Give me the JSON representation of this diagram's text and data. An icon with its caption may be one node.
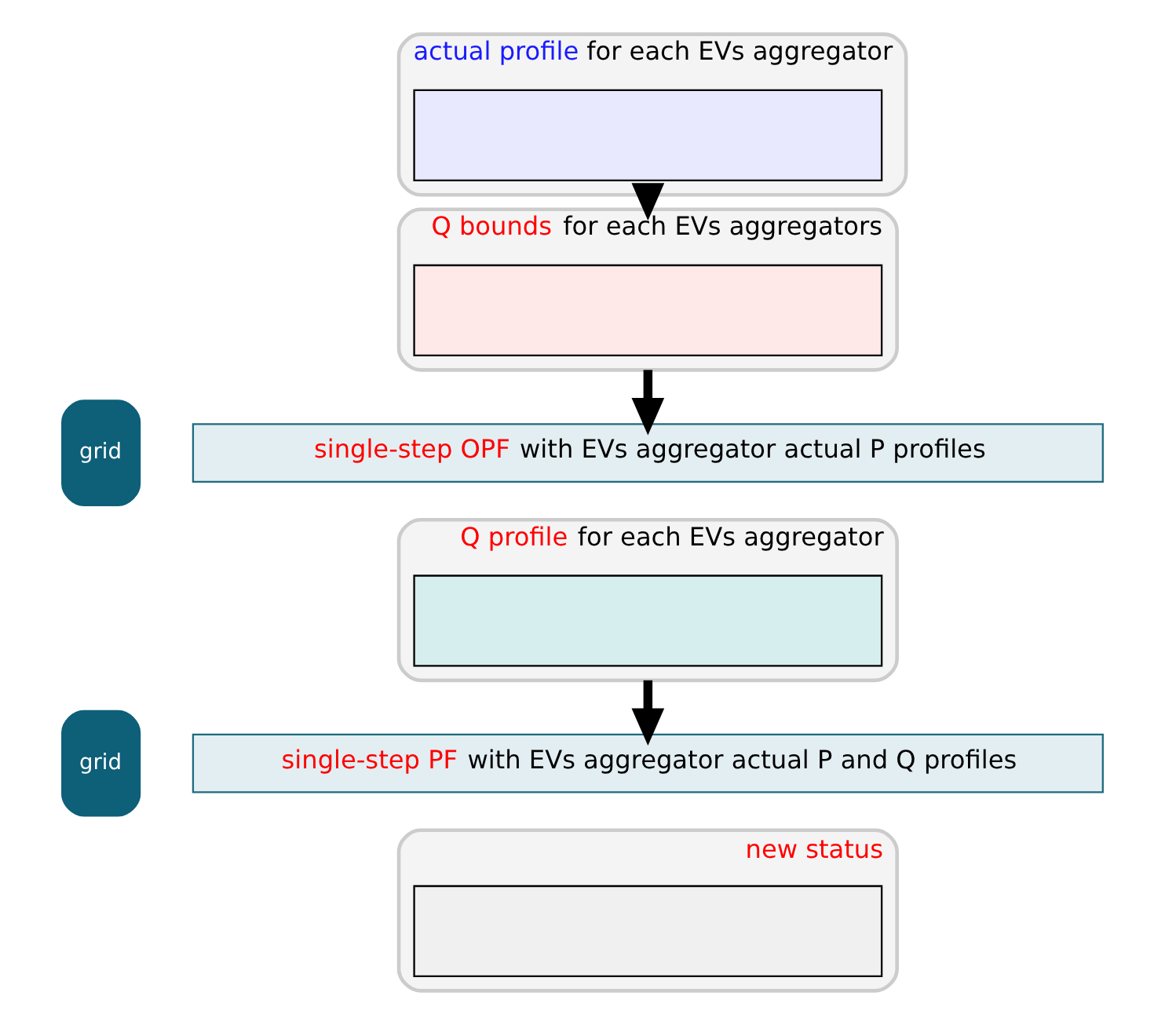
{
  "diagram": {
    "nodes": [
      {
        "text": [
          "actual profile",
          "for each EVs aggregator"
        ]
      },
      {
        "text": [],
        "shape": "box",
        "in": 0
      },
      {
        "text": [
          "Q bounds",
          "for each EVs aggregators"
        ]
      },
      {
        "text": [],
        "shape": "box",
        "in": 2
      },
      {
        "text": [
          "single-step OPF",
          "with EVs aggregator actual P profiles"
        ]
      },
      {
        "text": [
          "grid"
        ]
      },
      {
        "text": [
          "Q profile",
          "for each EVs aggregator"
        ]
      },
      {
        "text": [],
        "shape": "box",
        "in": 6
      },
      {
        "text": [
          "single-step PF",
          "with EVs aggregator actual P and Q profiles"
        ]
      },
      {
        "text": [
          "grid"
        ]
      },
      {
        "text": [
          "new status"
        ]
      },
      {
        "text": [],
        "shape": "box",
        "in": 10
      }
    ],
    "edges": [
      {
        "from": 0,
        "to": 2,
        "arrow": "to"
      },
      {
        "from": 2,
        "to": 4,
        "arrow": "to"
      },
      {
        "from": 6,
        "to": 8,
        "arrow": "to"
      }
    ]
  }
}
